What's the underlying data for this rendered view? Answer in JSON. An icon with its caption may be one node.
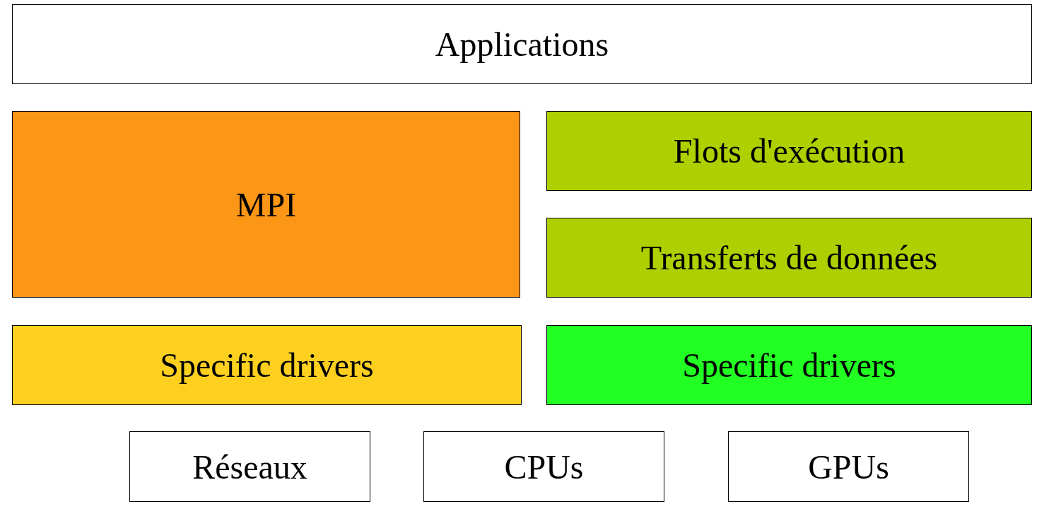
{
  "diagram": {
    "nodes": [
      {
        "text": [
          "Applications"
        ]
      },
      {
        "text": [
          "MPI"
        ]
      },
      {
        "text": [
          "Flots d'exécution"
        ]
      },
      {
        "text": [
          "Transferts de données"
        ]
      },
      {
        "text": [
          "Specific drivers"
        ]
      },
      {
        "text": [
          "Specific drivers"
        ]
      },
      {
        "text": [
          "Réseaux"
        ]
      },
      {
        "text": [
          "CPUs"
        ]
      },
      {
        "text": [
          "GPUs"
        ]
      }
    ]
  }
}
